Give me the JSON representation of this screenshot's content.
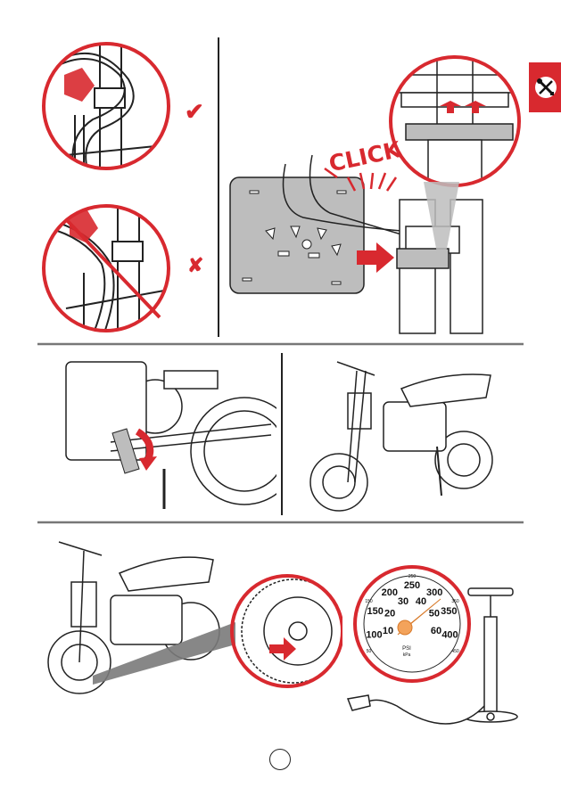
{
  "section_tab": {
    "icon": "wrench-screwdriver-icon",
    "color": "#d8292f"
  },
  "step1": {
    "correct_mark": "✔",
    "wrong_mark": "✘"
  },
  "step2": {
    "click_label": "CLICK"
  },
  "gauge": {
    "psi_outer": [
      "100",
      "150",
      "200",
      "250",
      "300",
      "350",
      "400"
    ],
    "kpa_inner": [
      "10",
      "20",
      "30",
      "40",
      "50",
      "60"
    ],
    "small_labels": [
      "50",
      "150",
      "250",
      "350",
      "450"
    ],
    "unit_psi": "PSI",
    "unit_kpa": "kPa"
  },
  "page": {
    "number": ""
  },
  "colors": {
    "accent": "#d8292f",
    "line": "#222222",
    "panel_gray": "#bdbdbd"
  }
}
